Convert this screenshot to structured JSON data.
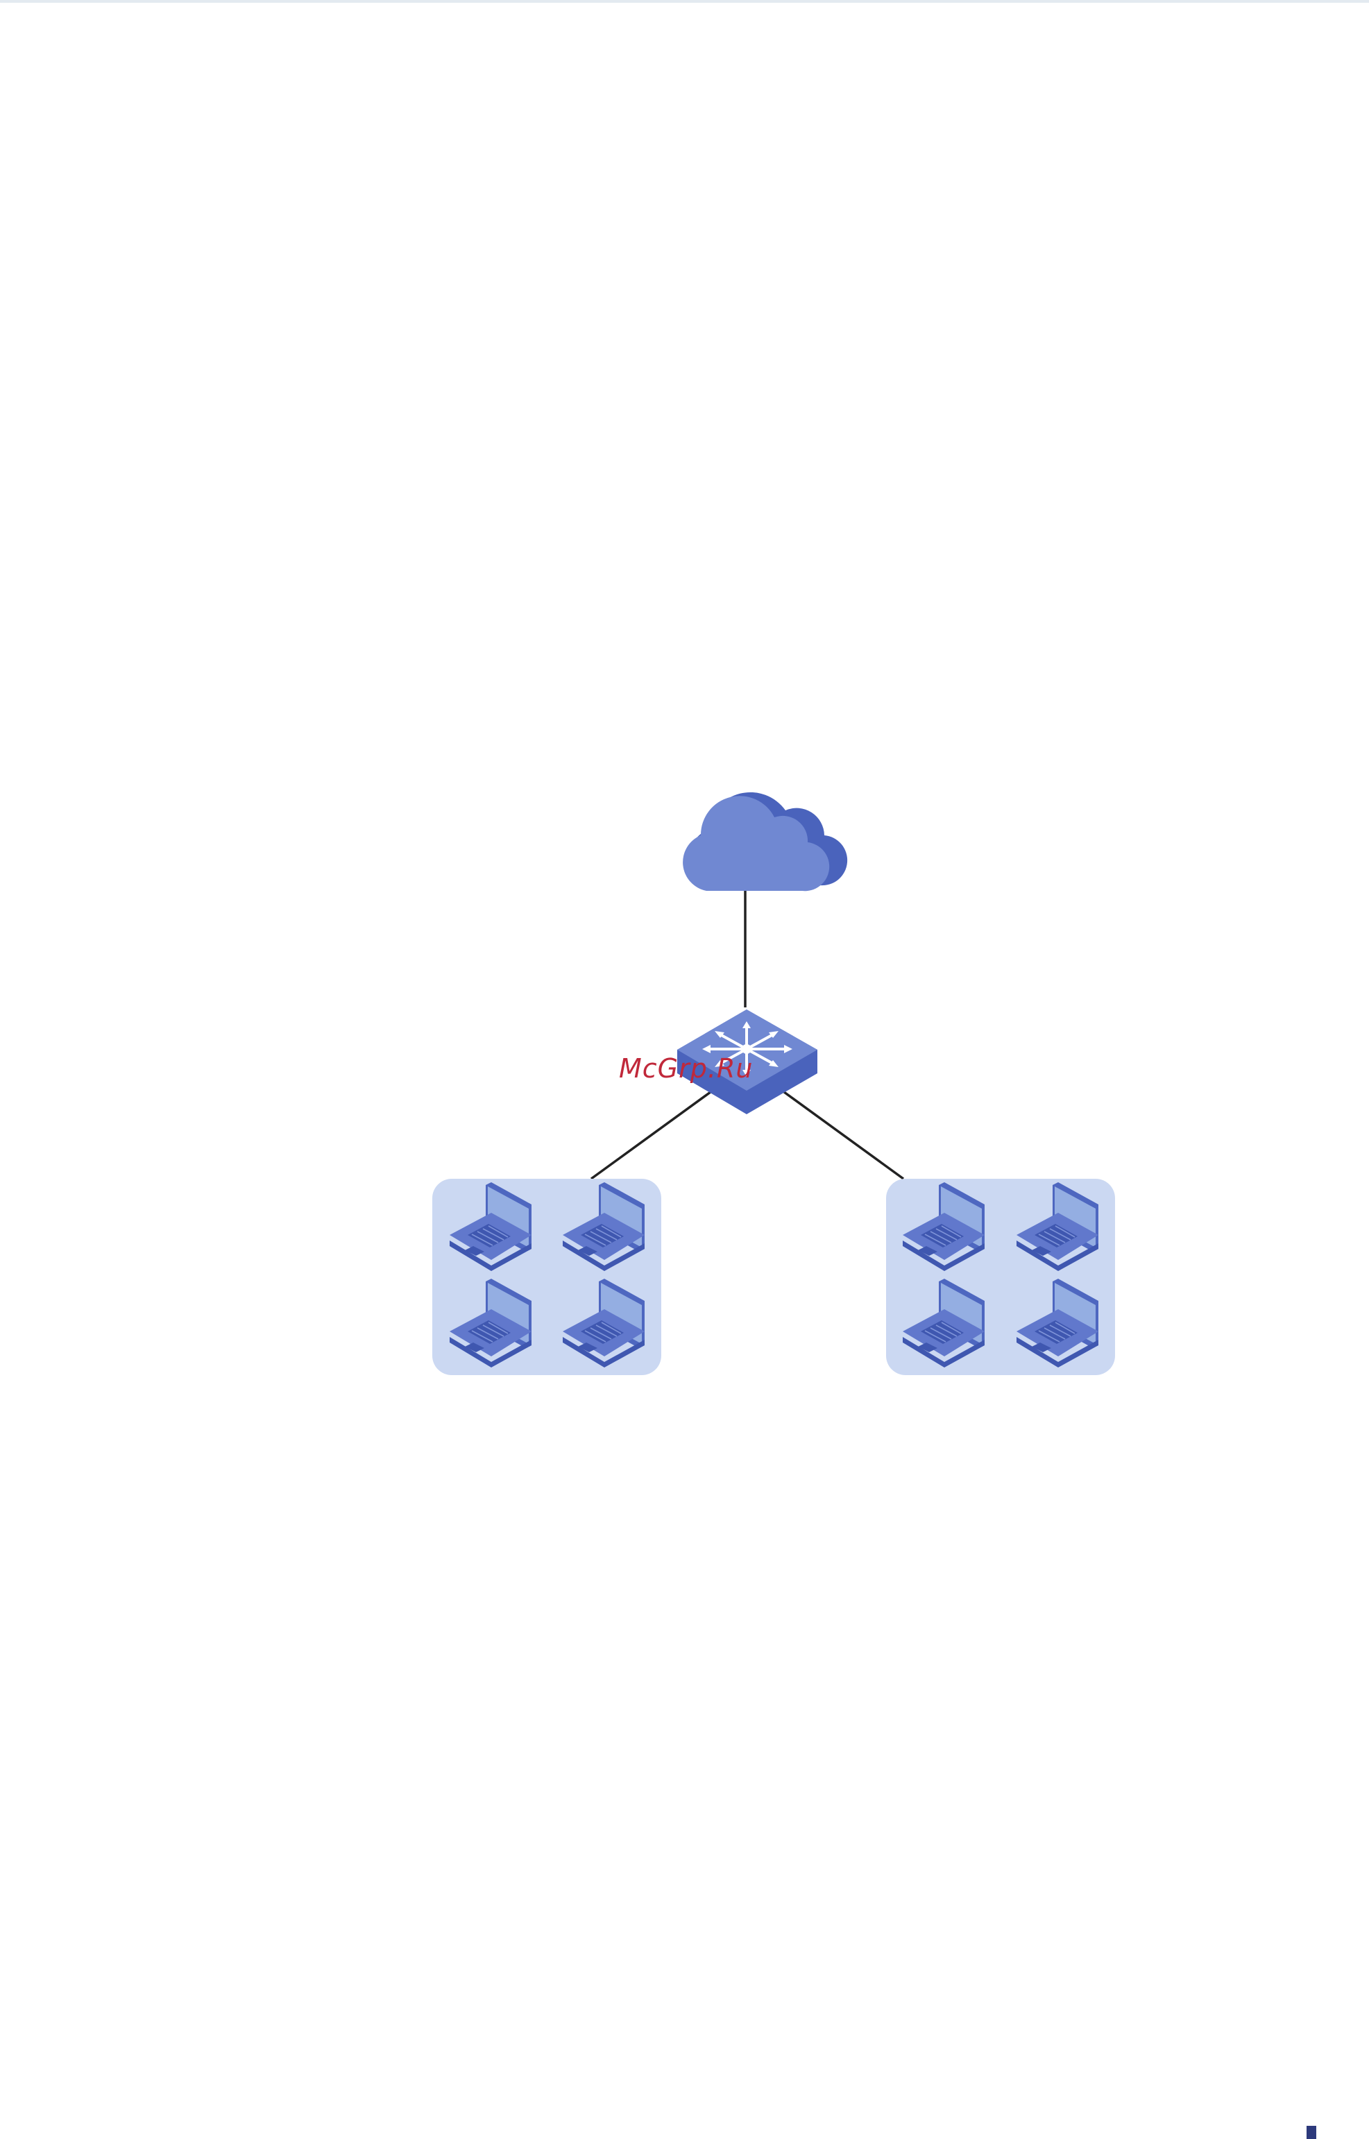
{
  "watermark": {
    "text": "McGrp.Ru"
  },
  "topology": {
    "root": {
      "icon": "cloud-icon"
    },
    "core": {
      "icon": "switch-icon"
    },
    "groups": [
      {
        "icon": "laptop-icon",
        "count": 4
      },
      {
        "icon": "laptop-icon",
        "count": 4
      }
    ]
  },
  "colors": {
    "cloud_light": "#7088d2",
    "cloud_dark": "#4a63bc",
    "switch_top": "#7088d2",
    "switch_side": "#4a63bc",
    "group_bg": "#cbd8f2",
    "laptop_screen": "#92acdf",
    "laptop_body": "#5a72c8",
    "link_line": "#222222",
    "watermark": "#c0283a",
    "corner_mark": "#2d3a7c"
  }
}
